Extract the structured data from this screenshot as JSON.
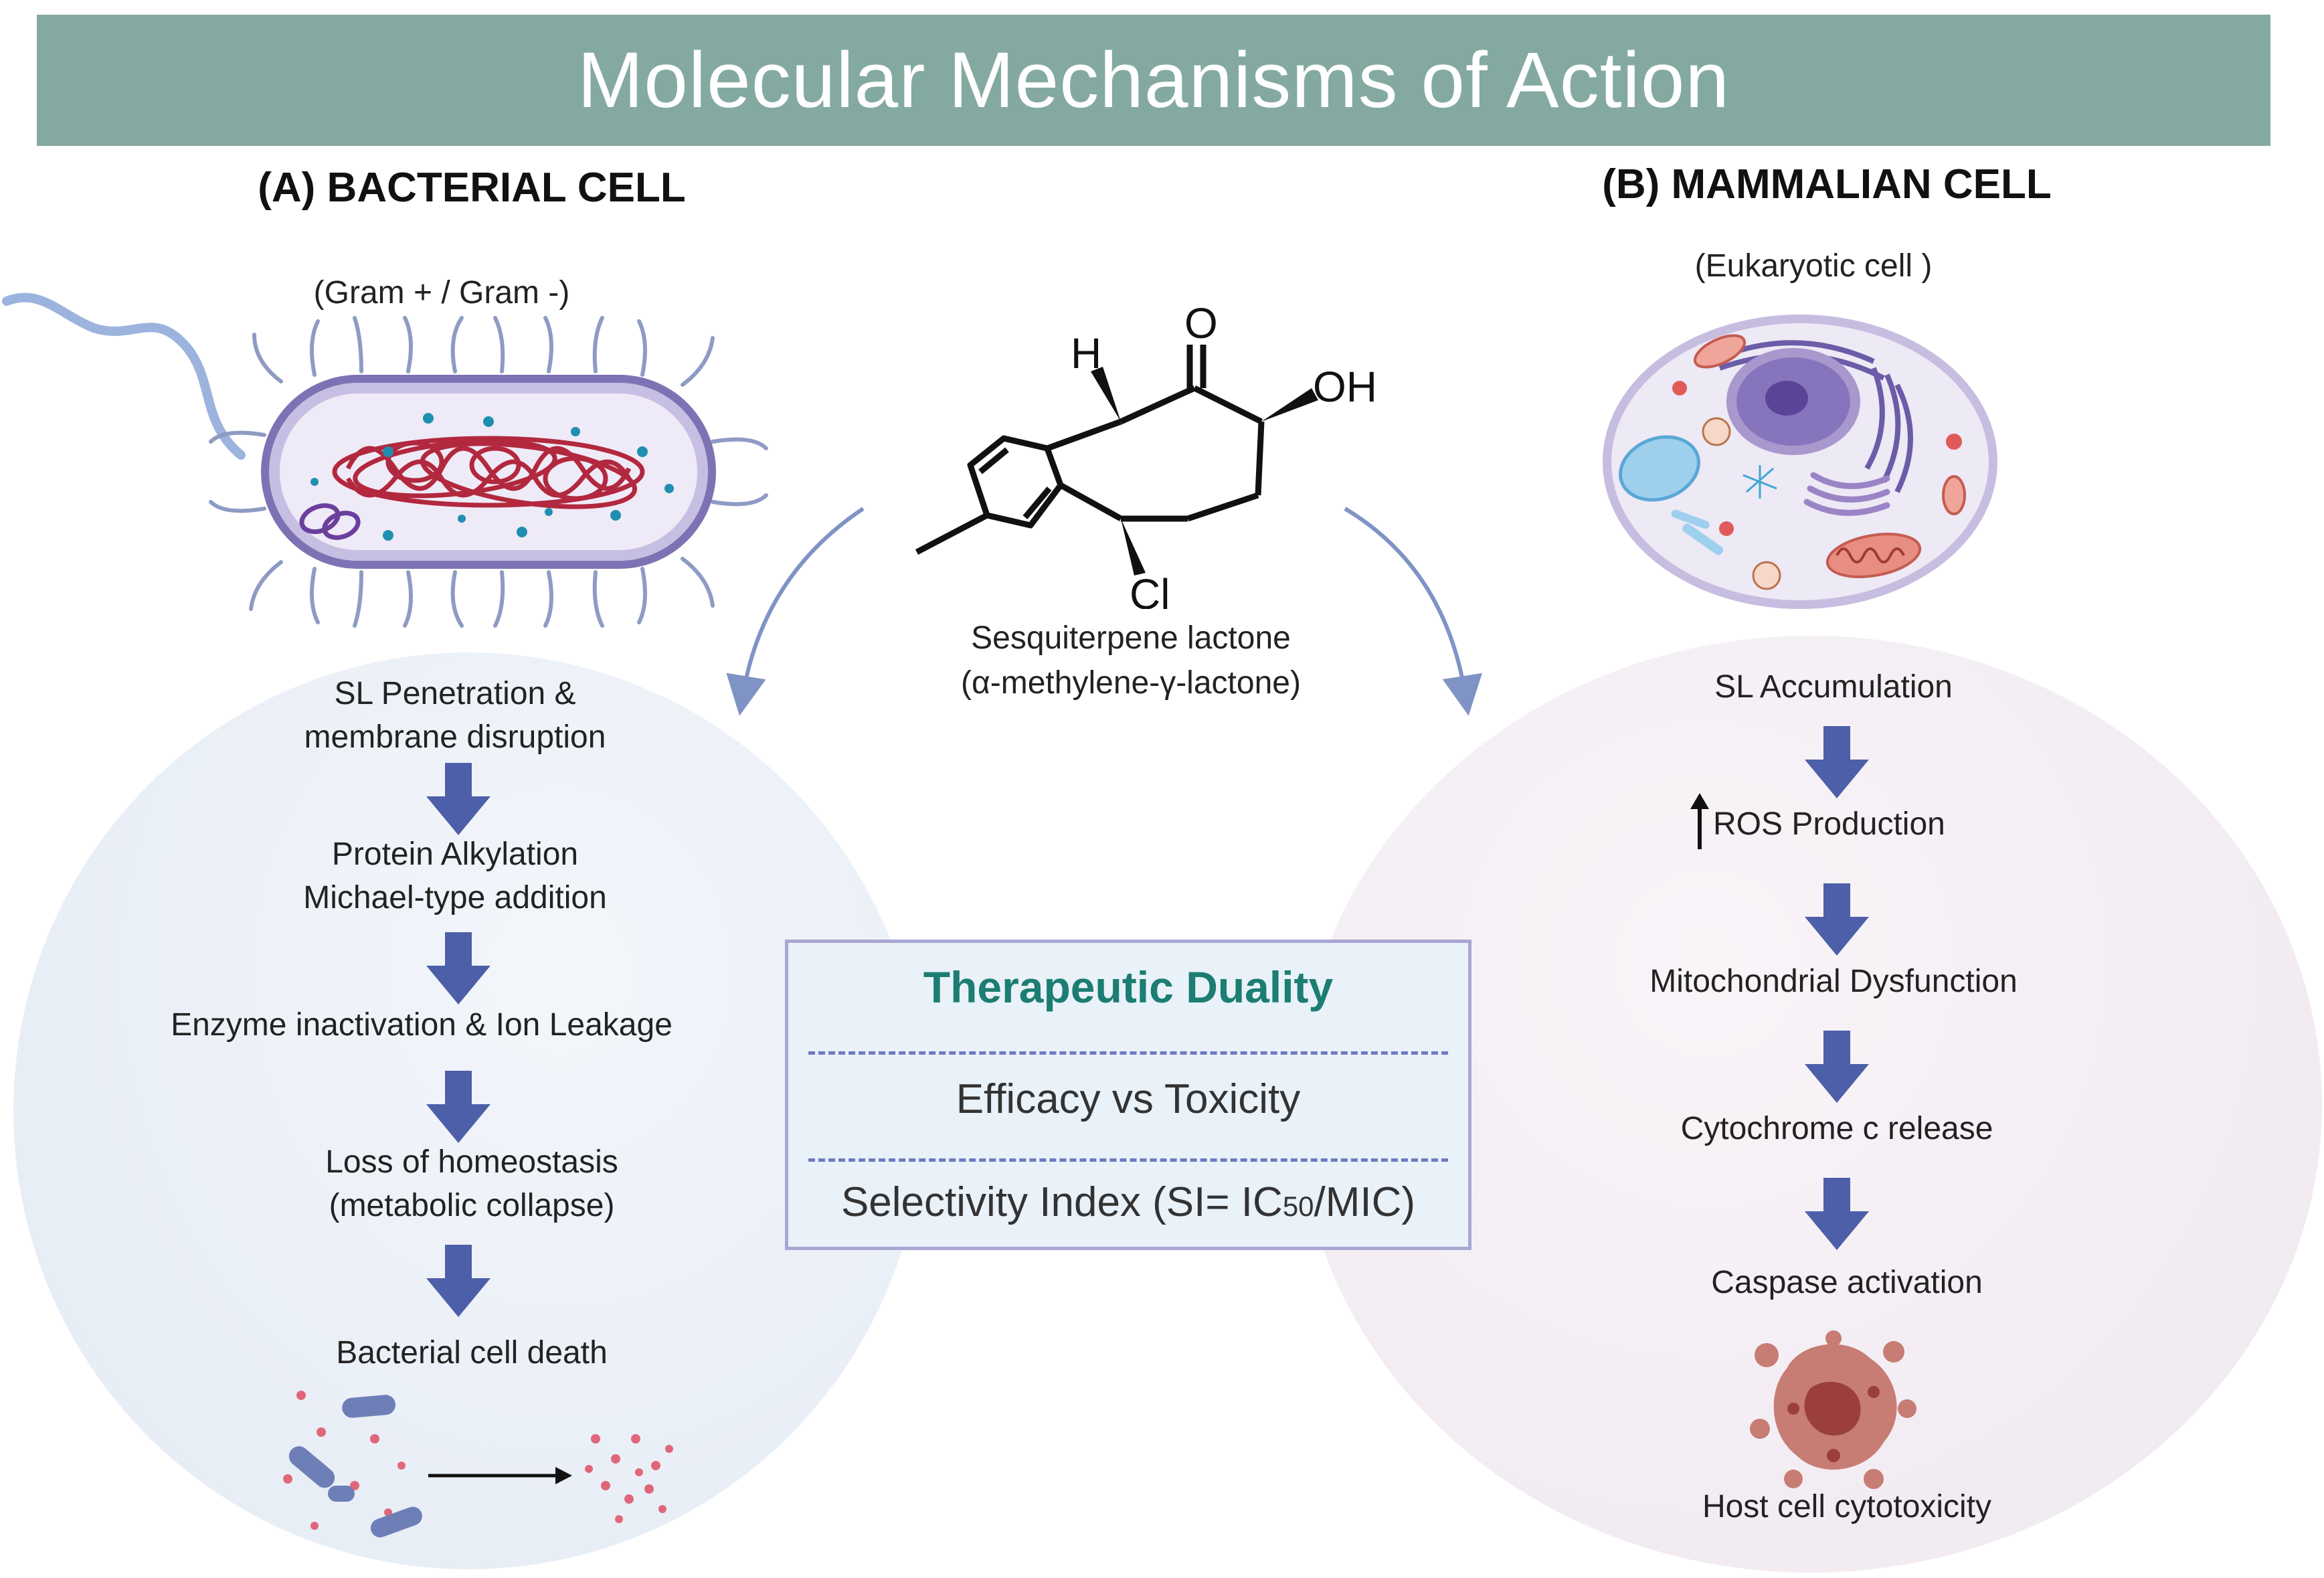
{
  "title": "Molecular Mechanisms of Action",
  "bacterial": {
    "title": "(A) BACTERIAL CELL",
    "subtitle": "(Gram + / Gram -)",
    "steps": [
      "SL Penetration &\nmembrane disruption",
      "Protein Alkylation\nMichael-type addition",
      "Enzyme inactivation & Ion Leakage",
      "Loss of homeostasis\n(metabolic collapse)",
      "Bacterial cell death"
    ]
  },
  "mammalian": {
    "title": "(B) MAMMALIAN CELL",
    "subtitle": "(Eukaryotic cell )",
    "steps": [
      "SL Accumulation",
      "ROS Production",
      "Mitochondrial Dysfunction",
      "Cytochrome c release",
      "Caspase activation",
      "Host cell cytotoxicity"
    ]
  },
  "molecule": {
    "label_line1": "Sesquiterpene lactone",
    "label_line2": "(α-methylene-γ-lactone)",
    "atom_o": "O",
    "atom_h": "H",
    "atom_oh": "OH",
    "atom_cl": "Cl"
  },
  "duality": {
    "heading": "Therapeutic Duality",
    "line1": "Efficacy vs Toxicity",
    "line2_prefix": "Selectivity Index (SI= IC",
    "line2_sub": "50",
    "line2_suffix": "/MIC)"
  },
  "colors": {
    "banner": "#84a9a1",
    "arrow": "#4d5fa8",
    "heading_teal": "#1c7d72",
    "bacterial_blob": "#eaf0f7",
    "mammalian_blob": "#f4eef4"
  }
}
